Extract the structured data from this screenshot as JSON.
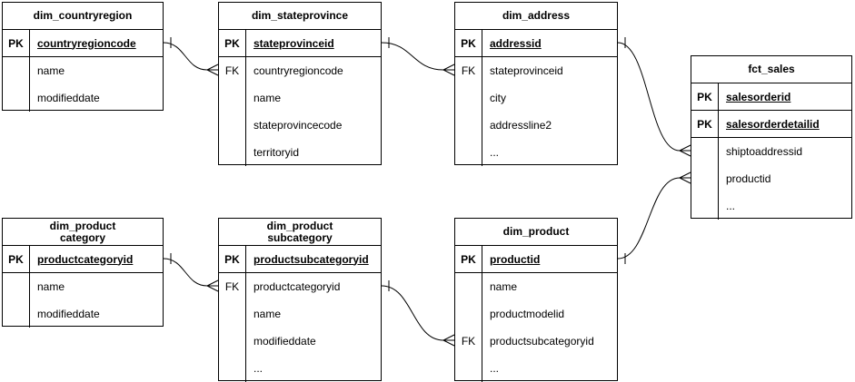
{
  "colors": {
    "line": "#000000",
    "text": "#000000",
    "entity_fill": "#ffffff",
    "background": "#ffffff"
  },
  "tables": [
    {
      "id": "dim_countryregion",
      "title_lines": [
        "dim_countryregion"
      ],
      "rows": [
        {
          "key": "PK",
          "label": "countryregioncode",
          "pk": true
        },
        {
          "key": "",
          "label": "name",
          "pk": false
        },
        {
          "key": "",
          "label": "modifieddate",
          "pk": false
        }
      ]
    },
    {
      "id": "dim_stateprovince",
      "title_lines": [
        "dim_stateprovince"
      ],
      "rows": [
        {
          "key": "PK",
          "label": "stateprovinceid",
          "pk": true
        },
        {
          "key": "FK",
          "label": "countryregioncode",
          "pk": false
        },
        {
          "key": "",
          "label": "name",
          "pk": false
        },
        {
          "key": "",
          "label": "stateprovincecode",
          "pk": false
        },
        {
          "key": "",
          "label": "territoryid",
          "pk": false
        }
      ]
    },
    {
      "id": "dim_address",
      "title_lines": [
        "dim_address"
      ],
      "rows": [
        {
          "key": "PK",
          "label": "addressid",
          "pk": true
        },
        {
          "key": "FK",
          "label": "stateprovinceid",
          "pk": false
        },
        {
          "key": "",
          "label": "city",
          "pk": false
        },
        {
          "key": "",
          "label": "addressline2",
          "pk": false
        },
        {
          "key": "",
          "label": "...",
          "pk": false
        }
      ]
    },
    {
      "id": "fct_sales",
      "title_lines": [
        "fct_sales"
      ],
      "rows": [
        {
          "key": "PK",
          "label": "salesorderid",
          "pk": true
        },
        {
          "key": "PK",
          "label": "salesorderdetailid",
          "pk": true
        },
        {
          "key": "",
          "label": "shiptoaddressid",
          "pk": false
        },
        {
          "key": "",
          "label": "productid",
          "pk": false
        },
        {
          "key": "",
          "label": "...",
          "pk": false
        }
      ]
    },
    {
      "id": "dim_productcategory",
      "title_lines": [
        "dim_product",
        "category"
      ],
      "rows": [
        {
          "key": "PK",
          "label": "productcategoryid",
          "pk": true
        },
        {
          "key": "",
          "label": "name",
          "pk": false
        },
        {
          "key": "",
          "label": "modifieddate",
          "pk": false
        }
      ]
    },
    {
      "id": "dim_productsubcategory",
      "title_lines": [
        "dim_product",
        "subcategory"
      ],
      "rows": [
        {
          "key": "PK",
          "label": "productsubcategoryid",
          "pk": true
        },
        {
          "key": "FK",
          "label": "productcategoryid",
          "pk": false
        },
        {
          "key": "",
          "label": "name",
          "pk": false
        },
        {
          "key": "",
          "label": "modifieddate",
          "pk": false
        },
        {
          "key": "",
          "label": "...",
          "pk": false
        }
      ]
    },
    {
      "id": "dim_product",
      "title_lines": [
        "dim_product"
      ],
      "rows": [
        {
          "key": "PK",
          "label": "productid",
          "pk": true
        },
        {
          "key": "",
          "label": "name",
          "pk": false
        },
        {
          "key": "",
          "label": "productmodelid",
          "pk": false
        },
        {
          "key": "FK",
          "label": "productsubcategoryid",
          "pk": false
        },
        {
          "key": "",
          "label": "...",
          "pk": false
        }
      ]
    }
  ],
  "connections": [
    {
      "from": "dim_countryregion.countryregioncode",
      "to": "dim_stateprovince.countryregioncode",
      "from_cardinality": "one",
      "to_cardinality": "many"
    },
    {
      "from": "dim_stateprovince.stateprovinceid",
      "to": "dim_address.stateprovinceid",
      "from_cardinality": "one",
      "to_cardinality": "many"
    },
    {
      "from": "dim_address.addressid",
      "to": "fct_sales.shiptoaddressid",
      "from_cardinality": "one",
      "to_cardinality": "many"
    },
    {
      "from": "dim_product.productid",
      "to": "fct_sales.productid",
      "from_cardinality": "one",
      "to_cardinality": "many"
    },
    {
      "from": "dim_productcategory.productcategoryid",
      "to": "dim_productsubcategory.productcategoryid",
      "from_cardinality": "one",
      "to_cardinality": "many"
    },
    {
      "from": "dim_productsubcategory.productsubcategoryid",
      "to": "dim_product.productsubcategoryid",
      "from_cardinality": "one",
      "to_cardinality": "many"
    }
  ]
}
